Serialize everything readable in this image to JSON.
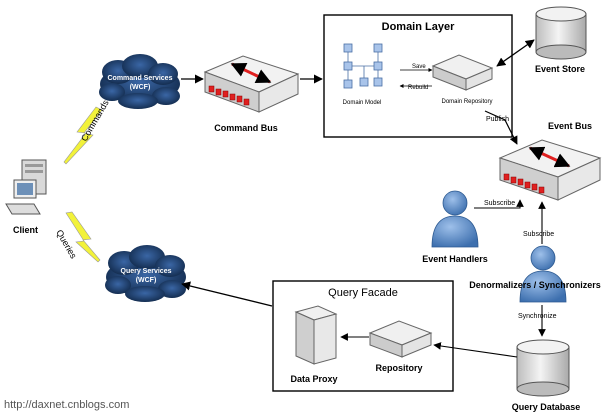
{
  "nodes": {
    "client": "Client",
    "command_services": [
      "Command Services",
      "(WCF)"
    ],
    "query_services": [
      "Query Services",
      "(WCF)"
    ],
    "command_bus": "Command Bus",
    "domain_layer": "Domain Layer",
    "domain_model": "Domain Model",
    "domain_repository": "Domain Repository",
    "event_store": "Event Store",
    "event_bus": "Event Bus",
    "event_handlers": "Event Handlers",
    "denormalizers": "Denormalizers / Synchronizers",
    "query_facade": "Query Facade",
    "data_proxy": "Data Proxy",
    "repository": "Repository",
    "query_database": "Query Database"
  },
  "edges": {
    "commands": "Commands",
    "queries": "Queries",
    "save": "Save",
    "rebuild": "Rebuild",
    "publish": "Publish",
    "subscribe_handlers": "Subscribe",
    "subscribe_denormalizers": "Subscribe",
    "synchronize": "Synchronize"
  },
  "watermark": "http://daxnet.cnblogs.com",
  "colors": {
    "cloud": "#1e3f6e",
    "accent_red": "#e02020",
    "person": "#5b8fc9",
    "lightning": "#f2f23a",
    "database": "#e6e6e6"
  }
}
